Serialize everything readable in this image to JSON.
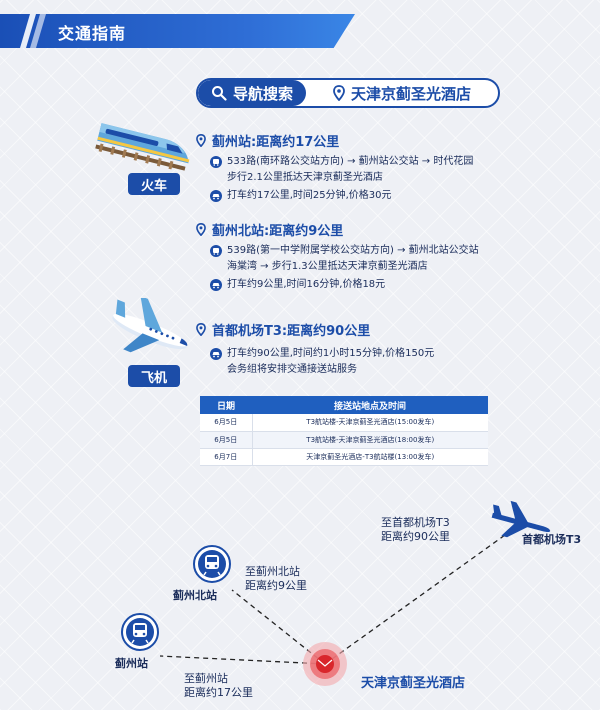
{
  "header": {
    "title": "交通指南"
  },
  "search": {
    "left_label": "导航搜索",
    "destination": "天津京蓟圣光酒店"
  },
  "train": {
    "mode_label": "火车",
    "station1": {
      "title": "蓟州站:距离约17公里",
      "bus_line1": "533路(南环路公交站方向) → 蓟州站公交站 → 时代花园",
      "bus_line2": "步行2.1公里抵达天津京蓟圣光酒店",
      "taxi": "打车约17公里,时间25分钟,价格30元"
    },
    "station2": {
      "title": "蓟州北站:距离约9公里",
      "bus_line1": "539路(第一中学附属学校公交站方向) → 蓟州北站公交站",
      "bus_line2": "海棠湾 → 步行1.3公里抵达天津京蓟圣光酒店",
      "taxi": "打车约9公里,时间16分钟,价格18元"
    }
  },
  "plane": {
    "mode_label": "飞机",
    "airport": {
      "title": "首都机场T3:距离约90公里",
      "taxi": "打车约90公里,时间约1小时15分钟,价格150元",
      "note": "会务组将安排交通接送站服务"
    }
  },
  "shuttle_table": {
    "headers": [
      "日期",
      "接送站地点及时间"
    ],
    "rows": [
      [
        "6月5日",
        "T3航站楼-天津京蓟圣光酒店(15:00发车)"
      ],
      [
        "6月5日",
        "T3航站楼-天津京蓟圣光酒店(18:00发车)"
      ],
      [
        "6月7日",
        "天津京蓟圣光酒店-T3航站楼(13:00发车)"
      ]
    ]
  },
  "map": {
    "airport_label": "首都机场T3",
    "airport_distance_line1": "至首都机场T3",
    "airport_distance_line2": "距离约90公里",
    "north_station_label": "蓟州北站",
    "north_distance_line1": "至蓟州北站",
    "north_distance_line2": "距离约9公里",
    "station_label": "蓟州站",
    "station_distance_line1": "至蓟州站",
    "station_distance_line2": "距离约17公里",
    "hotel_label": "天津京蓟圣光酒店"
  },
  "colors": {
    "primary": "#1c4da8",
    "accent": "#2f6ed6",
    "hotel_red": "#d9262c"
  },
  "icons": [
    "search-icon",
    "location-pin-icon",
    "bus-icon",
    "taxi-icon",
    "train-icon",
    "airplane-icon"
  ]
}
